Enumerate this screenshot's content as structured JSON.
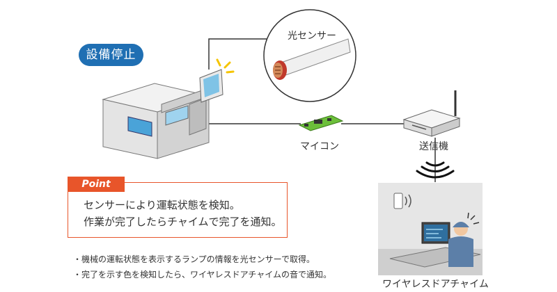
{
  "status_label": "設備停止",
  "labels": {
    "sensor": "光センサー",
    "microcontroller": "マイコン",
    "transmitter": "送信機",
    "chime": "ワイヤレスドアチャイム"
  },
  "point": {
    "tag": "Point",
    "lines": [
      "センサーにより運転状態を検知。",
      "作業が完了したらチャイムで完了を通知。"
    ]
  },
  "notes": [
    "機械の運転状態を表示するランプの情報を光センサーで取得。",
    "完了を示す色を検知したら、ワイヤレスドアチャイムの音で通知。"
  ],
  "colors": {
    "accent_blue": "#1f6fb3",
    "point_orange": "#e8552a",
    "alert_yellow": "#f5c400",
    "pcb_green": "#6cbf3a",
    "sensor_red": "#c0392b"
  }
}
